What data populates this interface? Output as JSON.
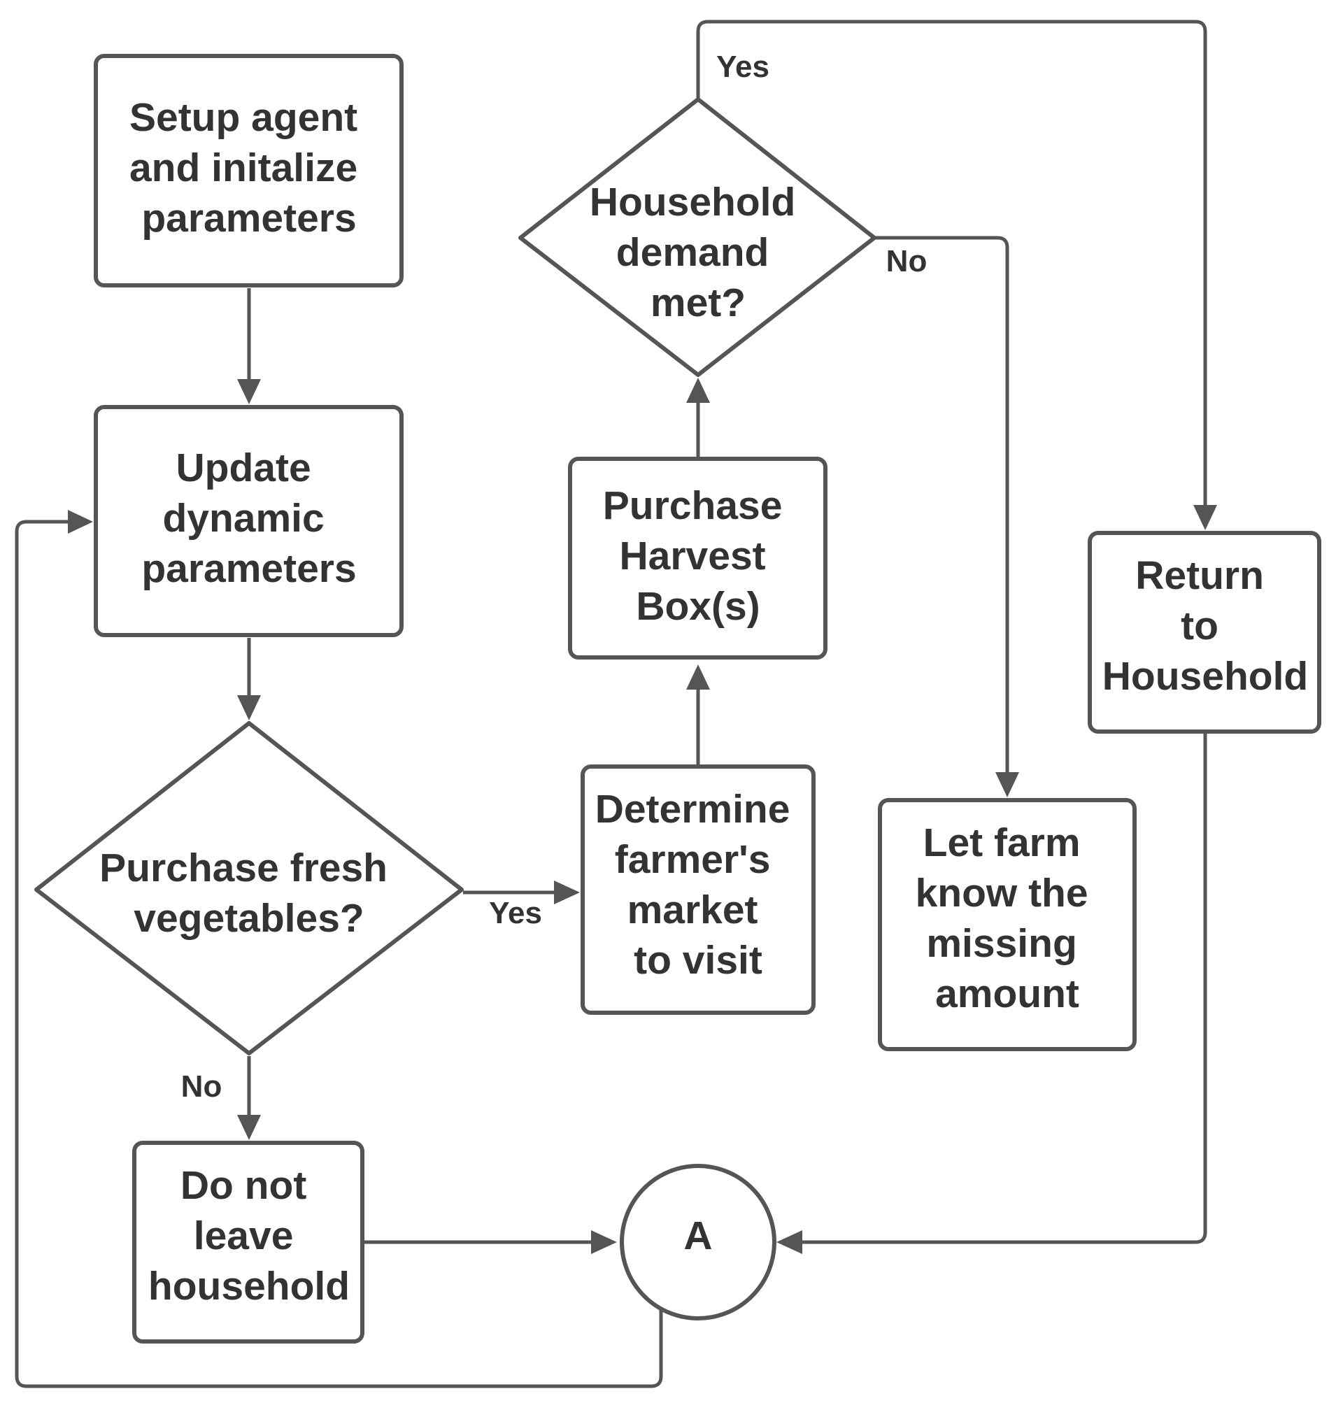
{
  "nodes": {
    "setup": [
      "Setup agent",
      "and initalize",
      "parameters"
    ],
    "update": [
      "Update",
      "dynamic",
      "parameters"
    ],
    "decision_purchase": [
      "Purchase fresh",
      "vegetables?"
    ],
    "do_not_leave": [
      "Do not",
      "leave",
      "household"
    ],
    "determine_market": [
      "Determine",
      "farmer's",
      "market",
      "to visit"
    ],
    "purchase_box": [
      "Purchase",
      "Harvest",
      "Box(s)"
    ],
    "decision_demand": [
      "Household",
      "demand",
      "met?"
    ],
    "return_household": [
      "Return",
      "to",
      "Household"
    ],
    "let_farm_know": [
      "Let farm",
      "know the",
      "missing",
      "amount"
    ],
    "connector": [
      "A"
    ]
  },
  "edge_labels": {
    "purchase_yes": "Yes",
    "purchase_no": "No",
    "demand_yes": "Yes",
    "demand_no": "No"
  }
}
